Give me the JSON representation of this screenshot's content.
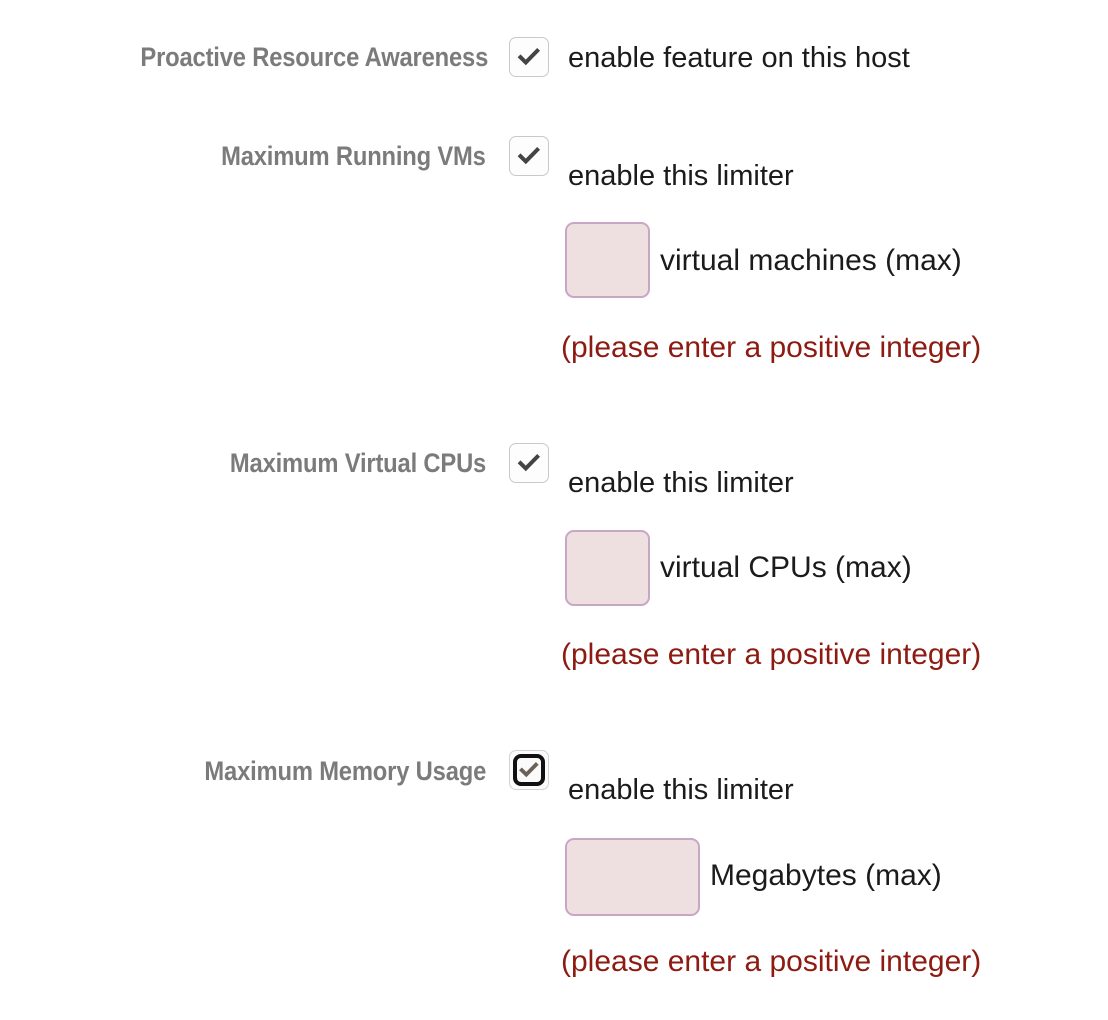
{
  "form": {
    "sections": [
      {
        "id": "proactive-resource-awareness",
        "label": "Proactive Resource Awareness",
        "enable_label": "enable feature on this host",
        "checkbox_state": "checked",
        "checkbox_focused": false
      },
      {
        "id": "maximum-running-vms",
        "label": "Maximum Running VMs",
        "enable_label": "enable this limiter",
        "checkbox_state": "checked",
        "checkbox_focused": false,
        "input_value": "",
        "input_placeholder": "",
        "unit_label": "virtual machines (max)",
        "hint": "(please enter a positive integer)"
      },
      {
        "id": "maximum-virtual-cpus",
        "label": "Maximum Virtual CPUs",
        "enable_label": "enable this limiter",
        "checkbox_state": "checked",
        "checkbox_focused": false,
        "input_value": "",
        "input_placeholder": "",
        "unit_label": "virtual CPUs (max)",
        "hint": "(please enter a positive integer)"
      },
      {
        "id": "maximum-memory-usage",
        "label": "Maximum Memory Usage",
        "enable_label": "enable this limiter",
        "checkbox_state": "checked",
        "checkbox_focused": true,
        "input_value": "",
        "input_placeholder": "",
        "unit_label": "Megabytes (max)",
        "hint": "(please enter a positive integer)"
      }
    ]
  },
  "icons": {
    "checkmark": "check-icon",
    "checkmark_focused": "check-icon-focused"
  },
  "colors": {
    "label_gray": "#7b7b7b",
    "text_dark": "#1b1b1b",
    "error_red": "#8d1b12",
    "input_bg": "#eedfe1",
    "input_border": "#c9a6c4",
    "checkbox_border": "#c9c9c9",
    "checkmark": "#444444",
    "focus_ring": "#111111",
    "page_bg": "#ffffff"
  }
}
